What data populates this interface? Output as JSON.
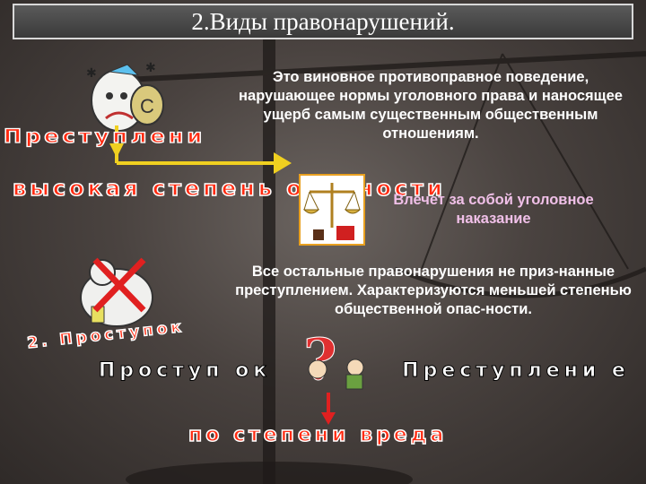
{
  "title": "2.Виды правонарушений.",
  "paragraph_crime_definition": "Это виновное противоправное поведение, нарушающее нормы уголовного права и наносящее ущерб самым существенным общественным отношениям.",
  "paragraph_punishment": "Влечет за собой уголовное наказание",
  "paragraph_misdemeanor": "Все остальные правонарушения не приз-нанные преступлением. Характеризуются меньшей степенью общественной опас-ности.",
  "wordart_crime": "Преступлени",
  "wordart_high_danger": "высокая степень опасности",
  "wordart_2": "2. Проступок",
  "wordart_misdemeanor": "Проступ ок",
  "wordart_crime_right": "Преступлени е",
  "wordart_by_degree": "по степени вреда",
  "icons": [
    "angry-face-icon",
    "scales-of-justice-icon",
    "red-cross-icon",
    "question-mark-icon",
    "balance-scale-background"
  ],
  "colors": {
    "accent_red": "#ff2a10",
    "arrow_yellow": "#f0d020",
    "title_bg": "#444444",
    "pink_text": "#f0c0e8"
  }
}
